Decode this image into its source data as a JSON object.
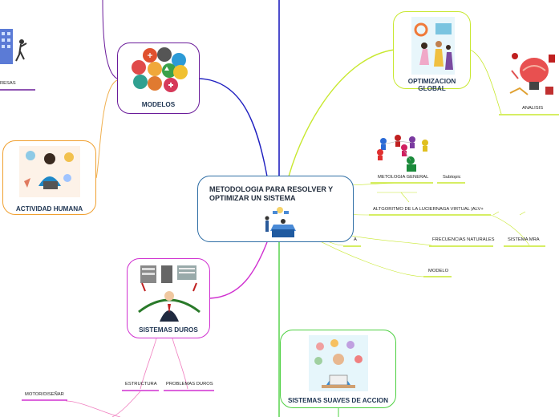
{
  "central": {
    "title": "METODOLOGIA PARA RESOLVER Y OPTIMIZAR UN SISTEMA",
    "border": "#2f6ea5"
  },
  "nodes": {
    "modelos": {
      "label": "MODELOS",
      "border": "#6a1b9a"
    },
    "actividad_humana": {
      "label": "ACTIVIDAD HUMANA",
      "border": "#f0a030"
    },
    "sistemas_duros": {
      "label": "SISTEMAS DUROS",
      "border": "#d030d0"
    },
    "optimizacion_global": {
      "label": "OPTIMIZACION GLOBAL",
      "border": "#c8e830"
    },
    "sistemas_suaves": {
      "label": "SISTEMAS SUAVES DE ACCION",
      "border": "#4cd040"
    }
  },
  "subtopics": {
    "empresas": "RESAS",
    "analisis": "ANALISIS",
    "metologia_general": "METOLOGIA GENERAL",
    "subtopic": "Subtopic",
    "algoritmo": "ALTGORITMO DE LA LUCIERNAGA VIRTUAL |ALV+",
    "frecuencias": "FRECUENCIAS NATURALES",
    "sistema_mra": "SISTEMA MRA",
    "modelo": "MODELO",
    "edge_a": "A",
    "estructura": "ESTRUCTURA",
    "problemas_duros": "PROBLEMAS DUROS",
    "motor": "MOTOR/DISEÑAR"
  },
  "colors": {
    "blue_branch": "#2020c0",
    "purple_branch": "#6a1b9a",
    "orange_branch": "#f0b050",
    "magenta_branch": "#d030d0",
    "lime_branch": "#c8e830",
    "green_branch": "#4cd040",
    "underline_purple": "#6a1b9a",
    "underline_lime": "#c8e830",
    "underline_magenta": "#d030d0"
  },
  "icons": {
    "modelos": "colorful-icon-cluster",
    "actividad_humana": "person-with-laptop-icon",
    "sistemas_duros": "businessman-with-servers-icon",
    "optimizacion_global": "people-with-charts-icon",
    "sistemas_suaves": "developer-with-app-icons-icon",
    "central": "person-with-box-icon",
    "analisis": "brain-with-locks-icon",
    "metologia_general": "people-network-icon",
    "empresas": "building-with-person-icon"
  }
}
